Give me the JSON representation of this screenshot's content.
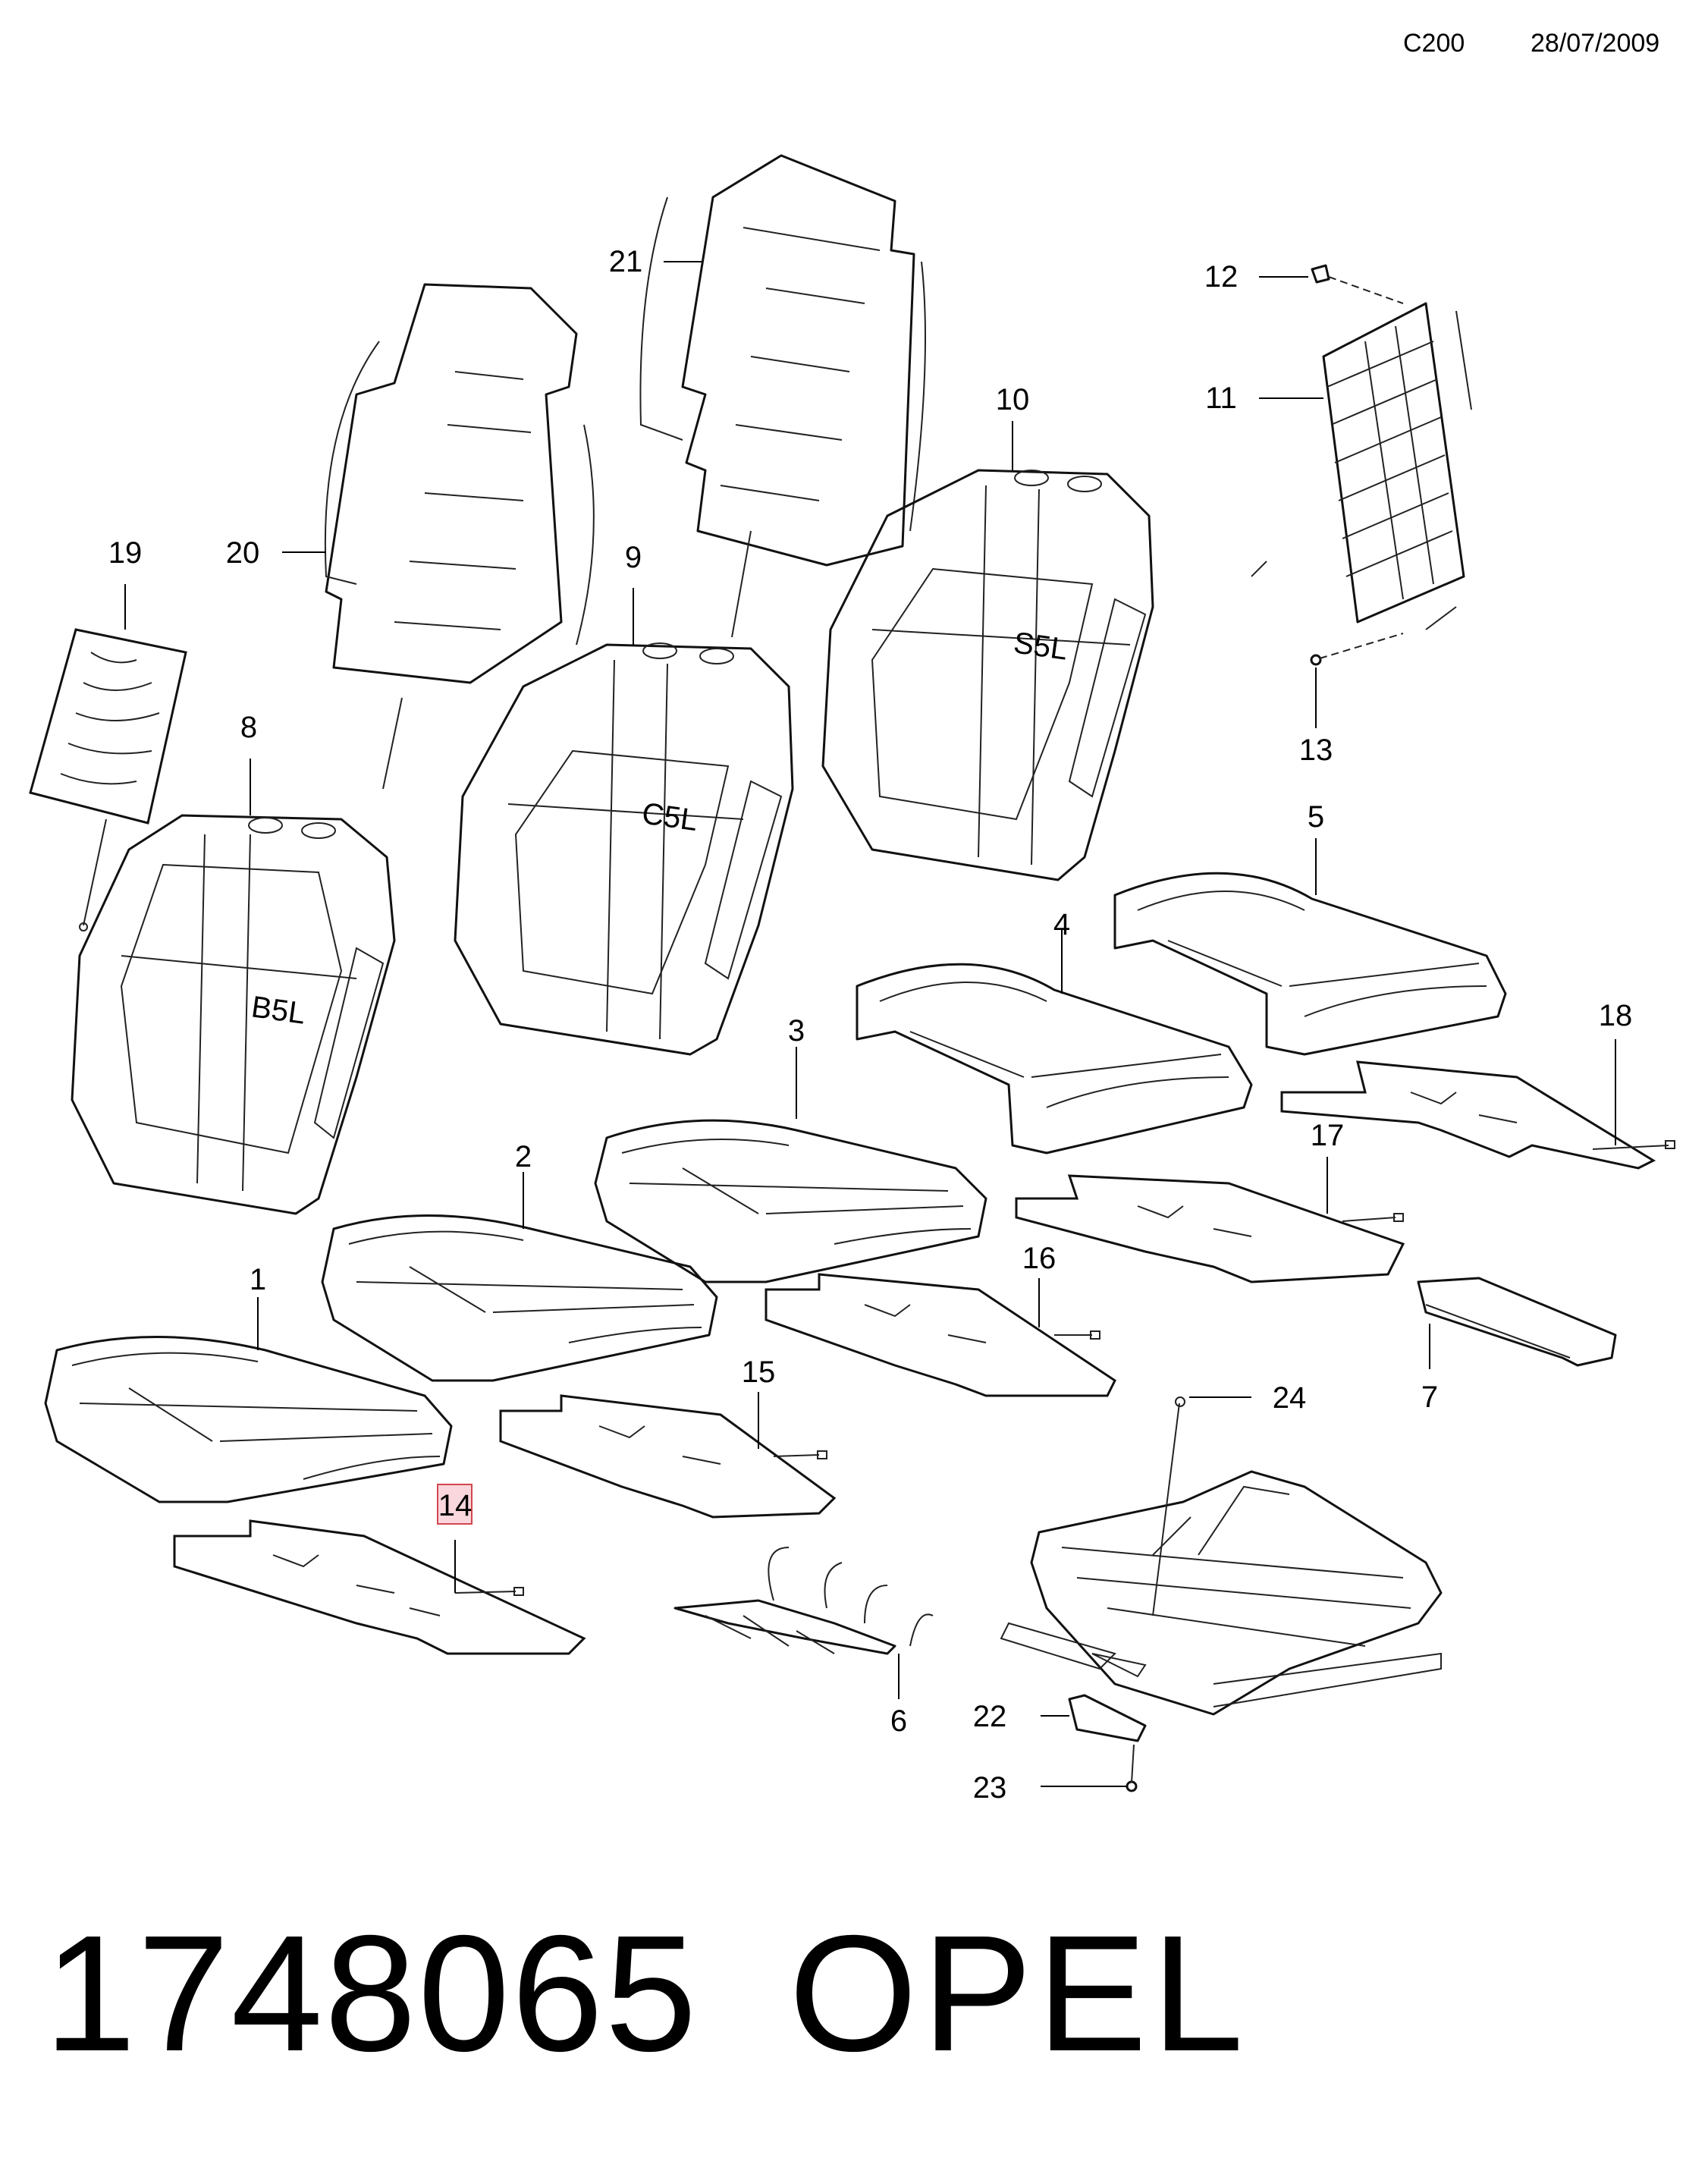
{
  "header": {
    "code": "C200",
    "date": "28/07/2009"
  },
  "footer": {
    "part_number": "1748065",
    "brand": "OPEL"
  },
  "highlighted_callout": "14",
  "highlight_color": "#d2474f",
  "callouts": {
    "c1": "1",
    "c2": "2",
    "c3": "3",
    "c4": "4",
    "c5": "5",
    "c6": "6",
    "c7": "7",
    "c8": "8",
    "c9": "9",
    "c10": "10",
    "c11": "11",
    "c12": "12",
    "c13": "13",
    "c14": "14",
    "c15": "15",
    "c16": "16",
    "c17": "17",
    "c18": "18",
    "c19": "19",
    "c20": "20",
    "c21": "21",
    "c22": "22",
    "c23": "23",
    "c24": "24"
  },
  "seat_cover_markings": {
    "m8": "B5L",
    "m9": "C5L",
    "m10": "S5L"
  }
}
